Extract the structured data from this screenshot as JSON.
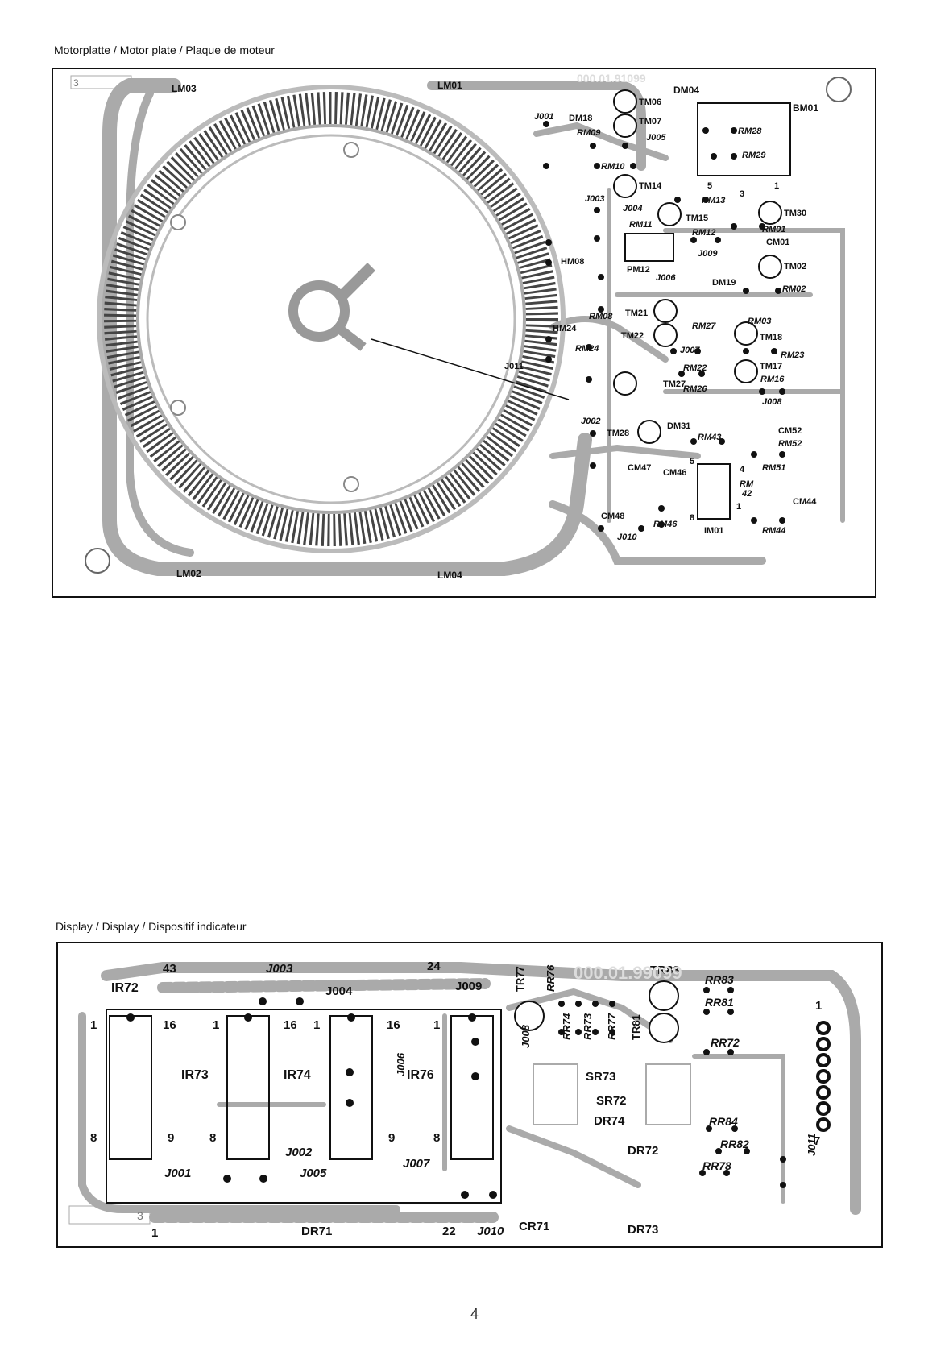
{
  "motor": {
    "caption": "Motorplatte / Motor plate / Plaque de moteur",
    "board_code": "000.01.91099",
    "edge_marker": "3",
    "labels_bold": [
      "LM03",
      "LM01",
      "LM02",
      "LM04",
      "DM04",
      "BM01",
      "TM06",
      "TM07",
      "DM18",
      "TM14",
      "TM30",
      "TM15",
      "CM01",
      "HM08",
      "TM02",
      "PM12",
      "DM19",
      "TM21",
      "TM22",
      "TM18",
      "HM24",
      "J011",
      "TM17",
      "TM27",
      "TM28",
      "DM31",
      "CM52",
      "CM47",
      "CM46",
      "CM44",
      "CM48",
      "IM01"
    ],
    "labels_italic": [
      "J001",
      "RM09",
      "J005",
      "RM28",
      "RM29",
      "RM10",
      "J003",
      "J004",
      "RM13",
      "RM11",
      "RM12",
      "RM01",
      "J009",
      "J006",
      "RM02",
      "RM08",
      "RM03",
      "RM27",
      "RM24",
      "J007",
      "RM23",
      "RM22",
      "RM16",
      "RM26",
      "J008",
      "J002",
      "RM43",
      "RM52",
      "RM51",
      "RM",
      "42",
      "RM46",
      "J010",
      "RM44"
    ],
    "pin_numbers": [
      "5",
      "3",
      "1",
      "5",
      "4",
      "8",
      "1"
    ]
  },
  "display": {
    "caption": "Display / Display / Dispositif indicateur",
    "board_code": "000.01.99099",
    "edge_marker": "3",
    "labels_bold": [
      "IR72",
      "IR73",
      "IR74",
      "IR76",
      "J009",
      "J004",
      "TR77",
      "TR83",
      "TR81",
      "SR73",
      "SR72",
      "DR74",
      "DR72",
      "DR73",
      "DR71",
      "CR71"
    ],
    "labels_italic": [
      "J003",
      "RR76",
      "RR74",
      "RR73",
      "RR77",
      "RR83",
      "RR81",
      "RR72",
      "J008",
      "J006",
      "RR84",
      "RR82",
      "RR78",
      "J011",
      "J001",
      "J002",
      "J005",
      "J007",
      "J010"
    ],
    "pin_numbers": [
      "43",
      "24",
      "1",
      "16",
      "1",
      "16",
      "1",
      "16",
      "1",
      "8",
      "9",
      "8",
      "9",
      "8",
      "1",
      "22",
      "1",
      "7"
    ]
  },
  "page_number": "4"
}
